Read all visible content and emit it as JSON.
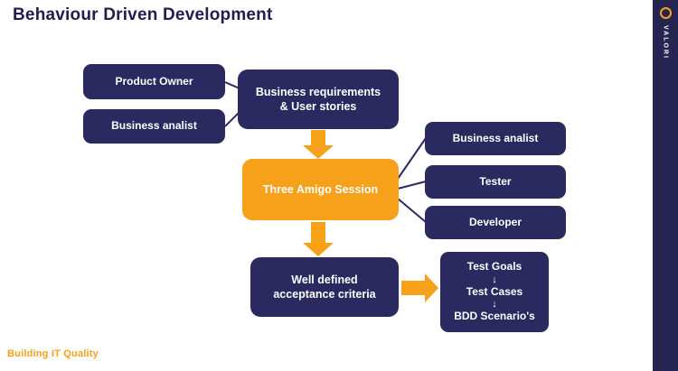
{
  "header": {
    "title": "Behaviour Driven Development"
  },
  "brand": {
    "name": "VALORI"
  },
  "footer": {
    "tagline": "Building IT Quality"
  },
  "colors": {
    "navy": "#2a2960",
    "orange": "#f7a11a",
    "title_navy": "#1f1e4e",
    "text_white": "#ffffff"
  },
  "diagram": {
    "boxes": {
      "product_owner": "Product Owner",
      "business_analist_left": "Business analist",
      "business_requirements": "Business requirements\n& User stories",
      "three_amigo_session": "Three Amigo Session",
      "business_analist_right": "Business analist",
      "tester": "Tester",
      "developer": "Developer",
      "acceptance_criteria": "Well defined\nacceptance criteria",
      "test_flow": {
        "test_goals": "Test Goals",
        "test_cases": "Test Cases",
        "bdd_scenarios": "BDD Scenario's",
        "arrow_glyph": "↓"
      }
    }
  }
}
